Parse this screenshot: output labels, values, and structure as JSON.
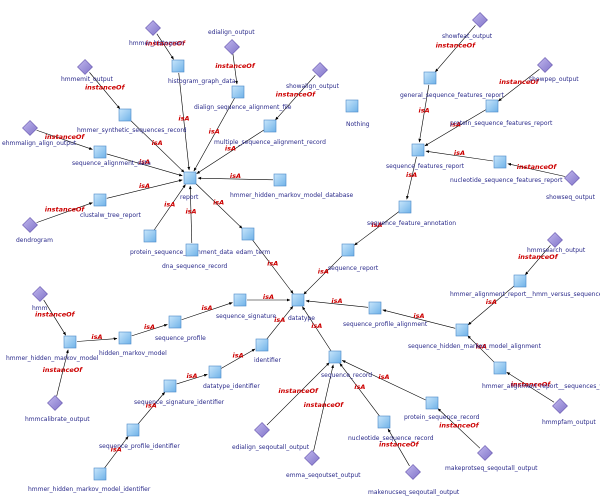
{
  "colors": {
    "class_fill": "#8ec8f0",
    "class_stroke": "#4a88c8",
    "instance_fill": "#9a8ed8",
    "instance_stroke": "#6a5ab0",
    "edge": "#000000",
    "edge_label": "#cc0000",
    "node_label": "#2a2a8a"
  },
  "nodes": [
    {
      "id": "datatype",
      "label": "datatype",
      "kind": "class"
    },
    {
      "id": "edam_term",
      "label": "edam_term",
      "kind": "class"
    },
    {
      "id": "sequence_report",
      "label": "sequence_report",
      "kind": "class"
    },
    {
      "id": "sequence_feature_annotation",
      "label": "sequence_feature_annotation",
      "kind": "class"
    },
    {
      "id": "sequence_features_report",
      "label": "sequence_features_report",
      "kind": "class"
    },
    {
      "id": "general_sequence_features_report",
      "label": "general_sequence_features_report",
      "kind": "class"
    },
    {
      "id": "protein_sequence_features_report",
      "label": "protein_sequence_features_report",
      "kind": "class"
    },
    {
      "id": "nucleotide_sequence_features_report",
      "label": "nucleotide_sequence_features_report",
      "kind": "class"
    },
    {
      "id": "showfeat_output",
      "label": "showfeat_output",
      "kind": "instance"
    },
    {
      "id": "showpep_output",
      "label": "showpep_output",
      "kind": "instance"
    },
    {
      "id": "showseq_output",
      "label": "showseq_output",
      "kind": "instance"
    },
    {
      "id": "nothing",
      "label": "Nothing",
      "kind": "class"
    },
    {
      "id": "report",
      "label": "report",
      "kind": "class"
    },
    {
      "id": "hmmer_histogram",
      "label": "hmmer_histogram",
      "kind": "instance"
    },
    {
      "id": "histogram_graph_data",
      "label": "histogram_graph_data",
      "kind": "class"
    },
    {
      "id": "edialign_output",
      "label": "edialign_output",
      "kind": "instance"
    },
    {
      "id": "dialign_sequence_alignment_file",
      "label": "dialign_sequence_alignment_file",
      "kind": "class"
    },
    {
      "id": "showalign_output",
      "label": "showalign_output",
      "kind": "instance"
    },
    {
      "id": "multiple_sequence_alignment_record",
      "label": "multiple_sequence_alignment_record",
      "kind": "class"
    },
    {
      "id": "hmmemit_output",
      "label": "hmmemit_output",
      "kind": "instance"
    },
    {
      "id": "hmmer_synthetic_sequences_record",
      "label": "hmmer_synthetic_sequences_record",
      "kind": "class"
    },
    {
      "id": "ehmmalign_align_output",
      "label": "ehmmalign_align_output",
      "kind": "instance"
    },
    {
      "id": "sequence_alignment_data",
      "label": "sequence_alignment_data",
      "kind": "class"
    },
    {
      "id": "hmmer_hidden_markov_model_database",
      "label": "hmmer_hidden_markov_model_database",
      "kind": "class"
    },
    {
      "id": "clustalw_tree_report",
      "label": "clustalw_tree_report",
      "kind": "class"
    },
    {
      "id": "dendrogram",
      "label": "dendrogram",
      "kind": "instance"
    },
    {
      "id": "protein_sequence_alignment_data",
      "label": "protein_sequence_alignment_data",
      "kind": "class"
    },
    {
      "id": "dna_sequence_record",
      "label": "dna_sequence_record",
      "kind": "class"
    },
    {
      "id": "hmmsearch_output",
      "label": "hmmsearch_output",
      "kind": "instance"
    },
    {
      "id": "hmmer_alignment_report_hmm_vs_seq",
      "label": "hmmer_alignment_report__hmm_versus_sequences_",
      "kind": "class"
    },
    {
      "id": "sequence_profile_alignment",
      "label": "sequence_profile_alignment",
      "kind": "class"
    },
    {
      "id": "sequence_hidden_markov_model_alignment",
      "label": "sequence_hidden_markov_model_alignment",
      "kind": "class"
    },
    {
      "id": "hmmer_alignment_report_seq_vs_hmms",
      "label": "hmmer_alignment_report__sequences_versus_hmms_",
      "kind": "class"
    },
    {
      "id": "hmmpfam_output",
      "label": "hmmpfam_output",
      "kind": "instance"
    },
    {
      "id": "sequence_signature",
      "label": "sequence_signature",
      "kind": "class"
    },
    {
      "id": "sequence_profile",
      "label": "sequence_profile",
      "kind": "class"
    },
    {
      "id": "hidden_markov_model",
      "label": "hidden_markov_model",
      "kind": "class"
    },
    {
      "id": "hmmer_hidden_markov_model",
      "label": "hmmer_hidden_markov_model",
      "kind": "class"
    },
    {
      "id": "hmm",
      "label": "hmm",
      "kind": "instance"
    },
    {
      "id": "hmmcalibrate_output",
      "label": "hmmcalibrate_output",
      "kind": "instance"
    },
    {
      "id": "identifier",
      "label": "identifier",
      "kind": "class"
    },
    {
      "id": "datatype_identifier",
      "label": "datatype_identifier",
      "kind": "class"
    },
    {
      "id": "sequence_signature_identifier",
      "label": "sequence_signature_identifier",
      "kind": "class"
    },
    {
      "id": "sequence_profile_identifier",
      "label": "sequence_profile_identifier",
      "kind": "class"
    },
    {
      "id": "hmmer_hidden_markov_model_identifier",
      "label": "hmmer_hidden_markov_model_identifier",
      "kind": "class"
    },
    {
      "id": "sequence_record",
      "label": "sequence_record",
      "kind": "class"
    },
    {
      "id": "protein_sequence_record",
      "label": "protein_sequence_record",
      "kind": "class"
    },
    {
      "id": "nucleotide_sequence_record",
      "label": "nucleotide_sequence_record",
      "kind": "class"
    },
    {
      "id": "edialign_seqoutall_output",
      "label": "edialign_seqoutall_output",
      "kind": "instance"
    },
    {
      "id": "emma_seqoutset_output",
      "label": "emma_seqoutset_output",
      "kind": "instance"
    },
    {
      "id": "makenucseq_seqoutall_output",
      "label": "makenucseq_seqoutall_output",
      "kind": "instance"
    },
    {
      "id": "makeprotseq_seqoutall_output",
      "label": "makeprotseq_seqoutall_output",
      "kind": "instance"
    }
  ],
  "edges": [
    {
      "from": "edam_term",
      "to": "datatype",
      "label": "isA"
    },
    {
      "from": "sequence_report",
      "to": "datatype",
      "label": "isA"
    },
    {
      "from": "sequence_feature_annotation",
      "to": "sequence_report",
      "label": "isA"
    },
    {
      "from": "sequence_features_report",
      "to": "sequence_feature_annotation",
      "label": "isA"
    },
    {
      "from": "general_sequence_features_report",
      "to": "sequence_features_report",
      "label": "isA"
    },
    {
      "from": "protein_sequence_features_report",
      "to": "sequence_features_report",
      "label": "isA"
    },
    {
      "from": "nucleotide_sequence_features_report",
      "to": "sequence_features_report",
      "label": "isA"
    },
    {
      "from": "showfeat_output",
      "to": "general_sequence_features_report",
      "label": "instanceOf"
    },
    {
      "from": "showpep_output",
      "to": "protein_sequence_features_report",
      "label": "instanceOf"
    },
    {
      "from": "showseq_output",
      "to": "nucleotide_sequence_features_report",
      "label": "instanceOf"
    },
    {
      "from": "report",
      "to": "edam_term",
      "label": "isA"
    },
    {
      "from": "hmmer_histogram",
      "to": "histogram_graph_data",
      "label": "instanceOf"
    },
    {
      "from": "histogram_graph_data",
      "to": "report",
      "label": "isA"
    },
    {
      "from": "edialign_output",
      "to": "dialign_sequence_alignment_file",
      "label": "instanceOf"
    },
    {
      "from": "dialign_sequence_alignment_file",
      "to": "report",
      "label": "isA"
    },
    {
      "from": "showalign_output",
      "to": "multiple_sequence_alignment_record",
      "label": "instanceOf"
    },
    {
      "from": "multiple_sequence_alignment_record",
      "to": "report",
      "label": "isA"
    },
    {
      "from": "hmmemit_output",
      "to": "hmmer_synthetic_sequences_record",
      "label": "instanceOf"
    },
    {
      "from": "hmmer_synthetic_sequences_record",
      "to": "report",
      "label": "isA"
    },
    {
      "from": "ehmmalign_align_output",
      "to": "sequence_alignment_data",
      "label": "instanceOf"
    },
    {
      "from": "sequence_alignment_data",
      "to": "report",
      "label": "isA"
    },
    {
      "from": "hmmer_hidden_markov_model_database",
      "to": "report",
      "label": "isA"
    },
    {
      "from": "clustalw_tree_report",
      "to": "report",
      "label": "isA"
    },
    {
      "from": "dendrogram",
      "to": "clustalw_tree_report",
      "label": "instanceOf"
    },
    {
      "from": "protein_sequence_alignment_data",
      "to": "report",
      "label": "isA"
    },
    {
      "from": "dna_sequence_record",
      "to": "report",
      "label": "isA"
    },
    {
      "from": "hmmsearch_output",
      "to": "hmmer_alignment_report_hmm_vs_seq",
      "label": "instanceOf"
    },
    {
      "from": "hmmer_alignment_report_hmm_vs_seq",
      "to": "sequence_hidden_markov_model_alignment",
      "label": "isA"
    },
    {
      "from": "sequence_hidden_markov_model_alignment",
      "to": "sequence_profile_alignment",
      "label": "isA"
    },
    {
      "from": "sequence_profile_alignment",
      "to": "datatype",
      "label": "isA"
    },
    {
      "from": "hmmer_alignment_report_seq_vs_hmms",
      "to": "sequence_hidden_markov_model_alignment",
      "label": "isA"
    },
    {
      "from": "hmmpfam_output",
      "to": "hmmer_alignment_report_seq_vs_hmms",
      "label": "instanceOf"
    },
    {
      "from": "sequence_signature",
      "to": "datatype",
      "label": "isA"
    },
    {
      "from": "sequence_profile",
      "to": "sequence_signature",
      "label": "isA"
    },
    {
      "from": "hidden_markov_model",
      "to": "sequence_profile",
      "label": "isA"
    },
    {
      "from": "hmmer_hidden_markov_model",
      "to": "hidden_markov_model",
      "label": "isA"
    },
    {
      "from": "hmm",
      "to": "hmmer_hidden_markov_model",
      "label": "instanceOf"
    },
    {
      "from": "hmmcalibrate_output",
      "to": "hmmer_hidden_markov_model",
      "label": "instanceOf"
    },
    {
      "from": "identifier",
      "to": "datatype",
      "label": "isA"
    },
    {
      "from": "datatype_identifier",
      "to": "identifier",
      "label": "isA"
    },
    {
      "from": "sequence_signature_identifier",
      "to": "datatype_identifier",
      "label": "isA"
    },
    {
      "from": "sequence_profile_identifier",
      "to": "sequence_signature_identifier",
      "label": "isA"
    },
    {
      "from": "hmmer_hidden_markov_model_identifier",
      "to": "sequence_profile_identifier",
      "label": "isA"
    },
    {
      "from": "sequence_record",
      "to": "datatype",
      "label": "isA"
    },
    {
      "from": "protein_sequence_record",
      "to": "sequence_record",
      "label": "isA"
    },
    {
      "from": "nucleotide_sequence_record",
      "to": "sequence_record",
      "label": "isA"
    },
    {
      "from": "edialign_seqoutall_output",
      "to": "sequence_record",
      "label": "instanceOf"
    },
    {
      "from": "emma_seqoutset_output",
      "to": "sequence_record",
      "label": "instanceOf"
    },
    {
      "from": "makenucseq_seqoutall_output",
      "to": "nucleotide_sequence_record",
      "label": "instanceOf"
    },
    {
      "from": "makeprotseq_seqoutall_output",
      "to": "protein_sequence_record",
      "label": "instanceOf"
    }
  ]
}
